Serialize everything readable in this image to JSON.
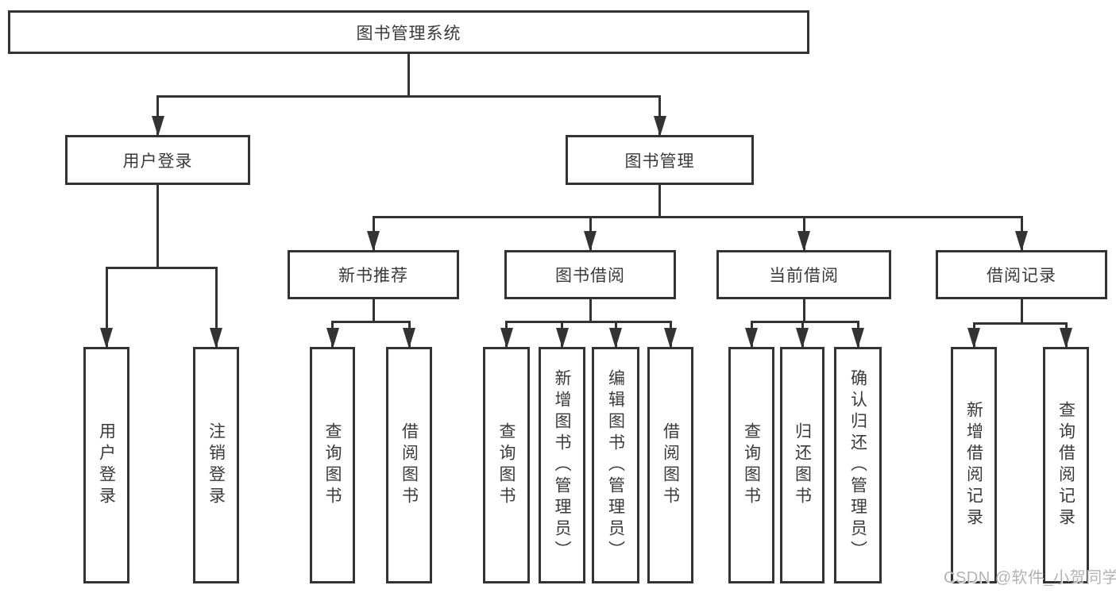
{
  "diagram": {
    "title": "图书管理系统",
    "background_color": "#ffffff",
    "line_color": "#333333",
    "border_color": "#333333",
    "text_color": "#3a3a3a",
    "watermark": {
      "text": "CSDN @软件_小贺同学",
      "color": "#b3b3b3"
    },
    "nodes": [
      {
        "id": "root",
        "label": "图书管理系统",
        "level": 1,
        "parent": null,
        "orientation": "h"
      },
      {
        "id": "user-login",
        "label": "用户登录",
        "level": 2,
        "parent": "root",
        "orientation": "h"
      },
      {
        "id": "book-mgmt",
        "label": "图书管理",
        "level": 2,
        "parent": "root",
        "orientation": "h"
      },
      {
        "id": "new-book-rec",
        "label": "新书推荐",
        "level": 3,
        "parent": "book-mgmt",
        "orientation": "h"
      },
      {
        "id": "book-borrow",
        "label": "图书借阅",
        "level": 3,
        "parent": "book-mgmt",
        "orientation": "h"
      },
      {
        "id": "current-borrow",
        "label": "当前借阅",
        "level": 3,
        "parent": "book-mgmt",
        "orientation": "h"
      },
      {
        "id": "borrow-records",
        "label": "借阅记录",
        "level": 3,
        "parent": "book-mgmt",
        "orientation": "h"
      },
      {
        "id": "leaf-user-login",
        "label": "用户登录",
        "level": 4,
        "parent": "user-login",
        "orientation": "v"
      },
      {
        "id": "leaf-logout",
        "label": "注销登录",
        "level": 4,
        "parent": "user-login",
        "orientation": "v"
      },
      {
        "id": "nbr-query-book",
        "label": "查询图书",
        "level": 4,
        "parent": "new-book-rec",
        "orientation": "v"
      },
      {
        "id": "nbr-borrow-book",
        "label": "借阅图书",
        "level": 4,
        "parent": "new-book-rec",
        "orientation": "v"
      },
      {
        "id": "bb-query-book",
        "label": "查询图书",
        "level": 4,
        "parent": "book-borrow",
        "orientation": "v"
      },
      {
        "id": "bb-add-book",
        "label": "新增图书（管理员）",
        "level": 4,
        "parent": "book-borrow",
        "orientation": "v"
      },
      {
        "id": "bb-edit-book",
        "label": "编辑图书（管理员）",
        "level": 4,
        "parent": "book-borrow",
        "orientation": "v"
      },
      {
        "id": "bb-borrow-book",
        "label": "借阅图书",
        "level": 4,
        "parent": "book-borrow",
        "orientation": "v"
      },
      {
        "id": "cb-query-book",
        "label": "查询图书",
        "level": 4,
        "parent": "current-borrow",
        "orientation": "v"
      },
      {
        "id": "cb-return-book",
        "label": "归还图书",
        "level": 4,
        "parent": "current-borrow",
        "orientation": "v"
      },
      {
        "id": "cb-confirm-return",
        "label": "确认归还（管理员）",
        "level": 4,
        "parent": "current-borrow",
        "orientation": "v"
      },
      {
        "id": "br-add-record",
        "label": "新增借阅记录",
        "level": 4,
        "parent": "borrow-records",
        "orientation": "v"
      },
      {
        "id": "br-query-record",
        "label": "查询借阅记录",
        "level": 4,
        "parent": "borrow-records",
        "orientation": "v"
      }
    ]
  }
}
